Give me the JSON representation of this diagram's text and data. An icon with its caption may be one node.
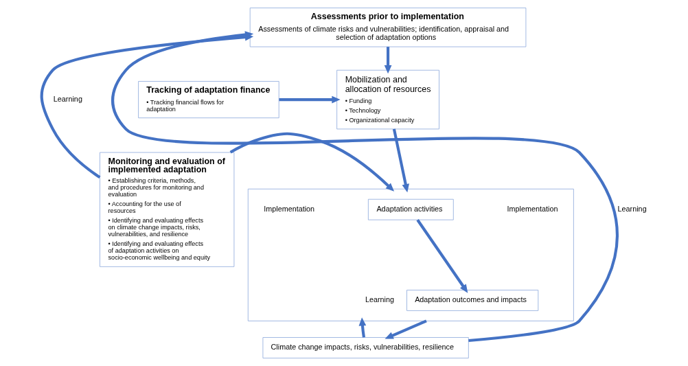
{
  "diagram": {
    "nodes": [
      {
        "text": [
          "Assessments prior to implementation",
          "Assessments of climate risks and vulnerabilities; identification, appraisal and selection of adaptation options"
        ]
      },
      {
        "text": [
          "Mobilization and allocation of resources",
          "• Funding",
          "• Technology",
          "• Organizational capacity"
        ]
      },
      {
        "text": [
          "Tracking of adaptation finance",
          "• Tracking financial flows for adaptation"
        ]
      },
      {
        "text": [
          "Monitoring and evaluation of implemented adaptation",
          "• Establishing criteria, methods, and procedures for monitoring and evaluation",
          "• Accounting for the use of resources",
          "• Identifying and evaluating effects on climate change impacts, risks, vulnerabilities, and resilience",
          "• Identifying and evaluating effects of adaptation activities on socio-economic wellbeing and equity"
        ]
      },
      {
        "text": [],
        "shape": "box",
        "beside": [
          "Implementation",
          "Implementation"
        ]
      },
      {
        "text": [
          "Adaptation activities"
        ],
        "in": 4
      },
      {
        "text": [
          "Adaptation outcomes and impacts"
        ],
        "in": 4
      },
      {
        "text": [
          "Climate change impacts, risks, vulnerabilities, resilience"
        ]
      }
    ],
    "edges": [
      {
        "from": 0,
        "to": 1,
        "arrow": "to"
      },
      {
        "from": 2,
        "to": 1,
        "arrow": "to"
      },
      {
        "from": 1,
        "to": 4,
        "arrow": "to"
      },
      {
        "from": 5,
        "to": 6,
        "arrow": "to"
      },
      {
        "from": 3,
        "to": 4,
        "arrow": "to"
      },
      {
        "from": 4,
        "to": 7,
        "arrow": "to"
      },
      {
        "from": 3,
        "to": 0,
        "arrow": "to",
        "label": "Learning"
      },
      {
        "from": 7,
        "to": 0,
        "arrow": "to",
        "label": "Learning"
      },
      {
        "from": 7,
        "to": 4,
        "arrow": "to",
        "label": "Learning"
      }
    ]
  }
}
